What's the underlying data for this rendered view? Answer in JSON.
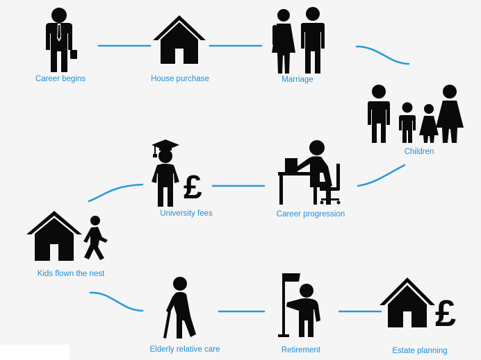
{
  "stages": [
    {
      "id": "career-begins",
      "label": "Career begins",
      "icon": "businessman-icon"
    },
    {
      "id": "house-purchase",
      "label": "House purchase",
      "icon": "house-icon"
    },
    {
      "id": "marriage",
      "label": "Marriage",
      "icon": "couple-icon"
    },
    {
      "id": "children",
      "label": "Children",
      "icon": "family-icon"
    },
    {
      "id": "career-progression",
      "label": "Career progression",
      "icon": "desk-worker-icon"
    },
    {
      "id": "university-fees",
      "label": "University fees",
      "icon": "graduate-pound-icon"
    },
    {
      "id": "kids-flown-the-nest",
      "label": "Kids flown the nest",
      "icon": "house-walker-icon"
    },
    {
      "id": "elderly-relative-care",
      "label": "Elderly relative care",
      "icon": "elderly-cane-icon"
    },
    {
      "id": "retirement",
      "label": "Retirement",
      "icon": "flag-person-icon"
    },
    {
      "id": "estate-planning",
      "label": "Estate planning",
      "icon": "house-pound-icon"
    }
  ],
  "colors": {
    "connector": "#2a9ad8",
    "label": "#1f8fd6",
    "icon": "#0a0a0a",
    "background": "#f5f5f5"
  },
  "symbols": {
    "pound": "£"
  }
}
